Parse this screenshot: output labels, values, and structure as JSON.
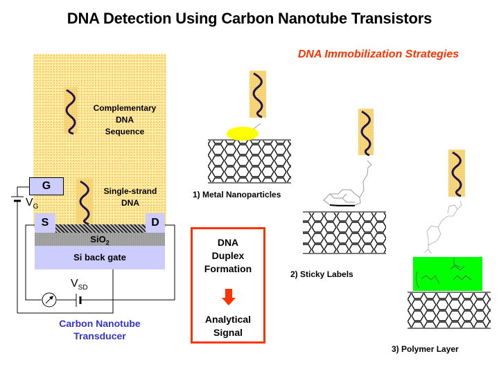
{
  "title": "DNA Detection Using Carbon Nanotube Transistors",
  "subtitle": "DNA Immobilization Strategies",
  "device": {
    "complementary_label": [
      "Complementary",
      "DNA",
      "Sequence"
    ],
    "single_strand_label": [
      "Single-strand",
      "DNA"
    ],
    "gate_label": "G",
    "source_label": "S",
    "drain_label": "D",
    "oxide_label": "SiO",
    "oxide_subscript": "2",
    "back_gate_label": "Si back gate",
    "vg_label": "V",
    "vg_subscript": "G",
    "vsd_label": "V",
    "vsd_subscript": "SD",
    "caption": [
      "Carbon Nanotube",
      "Transducer"
    ]
  },
  "process_box": {
    "top": [
      "DNA",
      "Duplex",
      "Formation"
    ],
    "bottom": [
      "Analytical",
      "Signal"
    ]
  },
  "strategies": [
    {
      "label": "1) Metal Nanoparticles"
    },
    {
      "label": "2) Sticky Labels"
    },
    {
      "label": "3) Polymer Layer"
    }
  ],
  "colors": {
    "title": "#000000",
    "subtitle": "#ff3300",
    "caption": "#3333cc",
    "electrode": "#ccccff",
    "oxide": "#a0a0a0",
    "nanoparticle": "#ffff00",
    "polymer": "#00ff00",
    "solution": "#fff19a",
    "dna_strand": "#1e1450"
  }
}
